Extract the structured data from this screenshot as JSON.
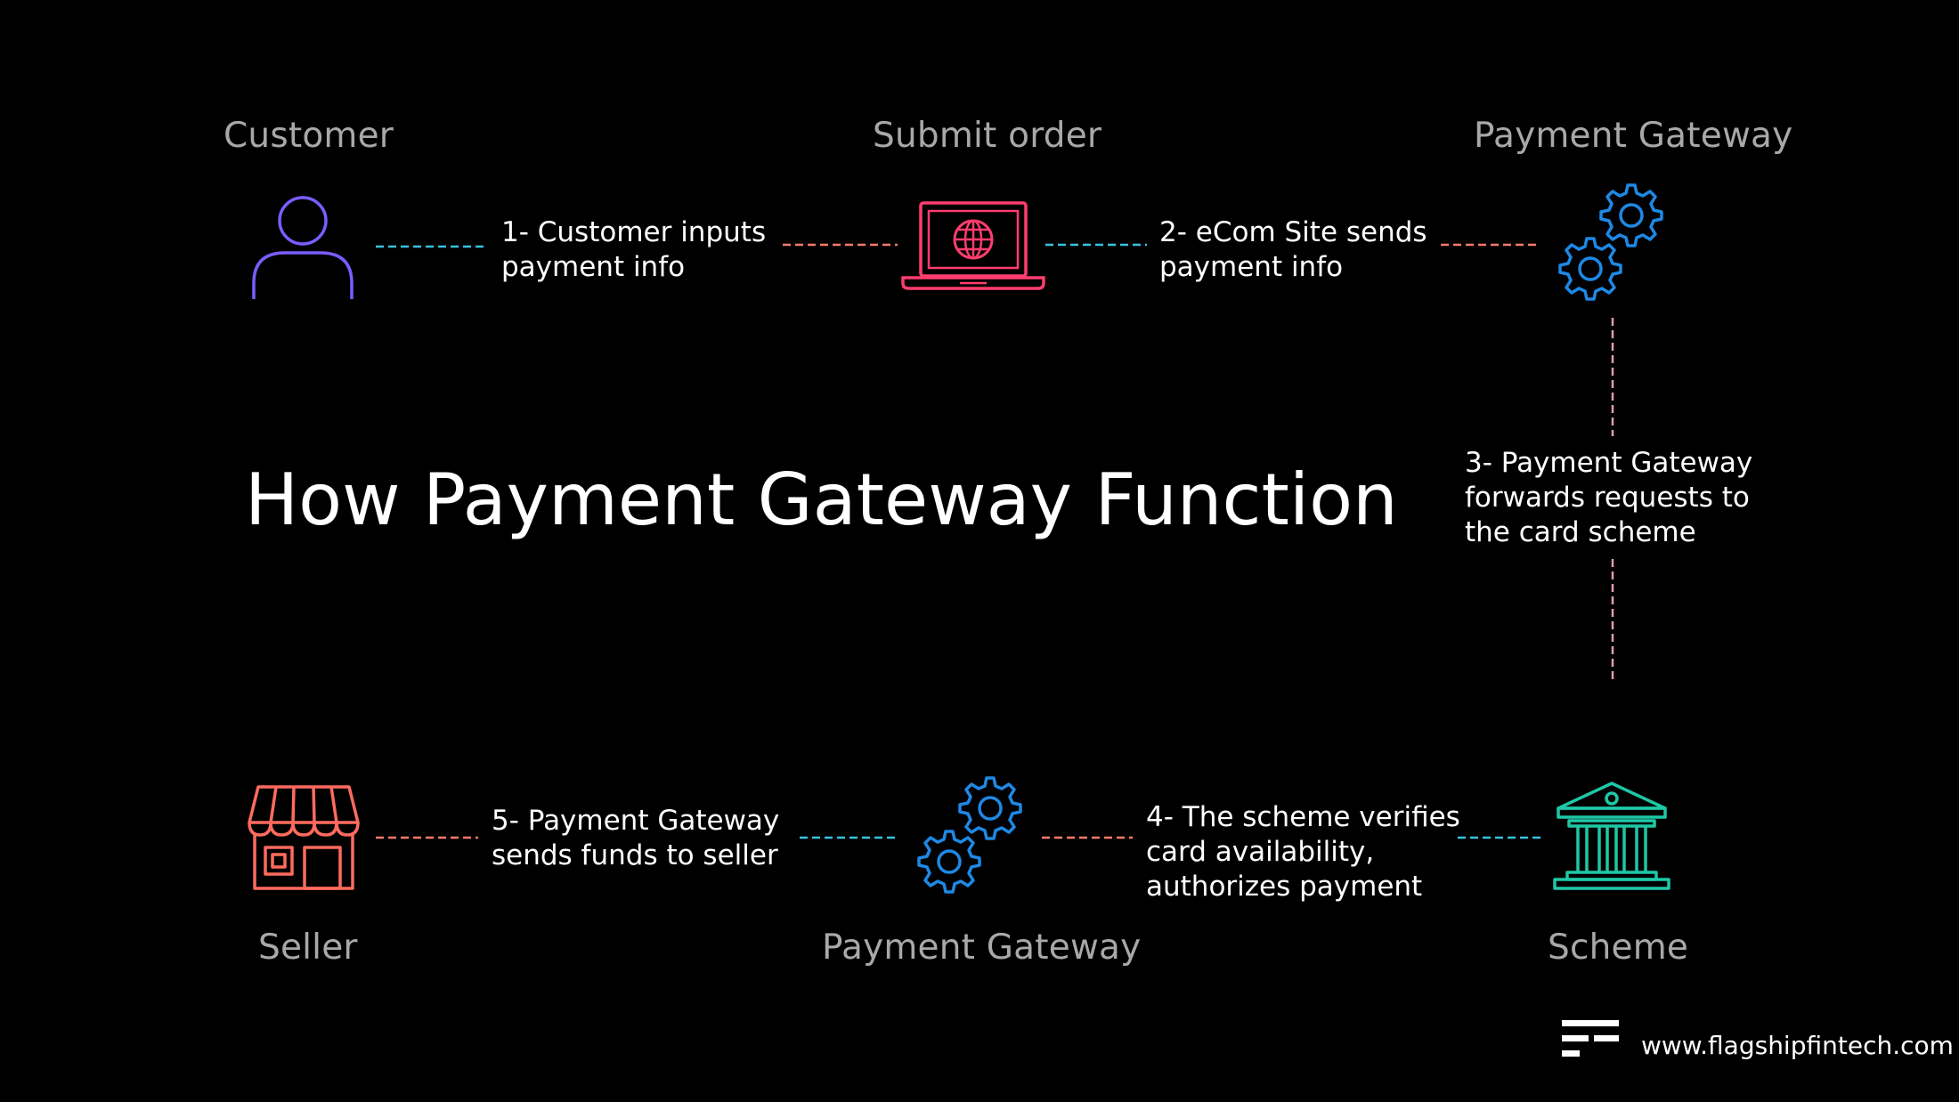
{
  "title": "How Payment Gateway Function",
  "nodes": {
    "customer": "Customer",
    "submit_order": "Submit order",
    "gateway_top": "Payment Gateway",
    "seller": "Seller",
    "gateway_bottom": "Payment Gateway",
    "scheme": "Scheme"
  },
  "steps": {
    "s1": [
      "1- Customer inputs",
      "payment info"
    ],
    "s2": [
      "2- eCom Site sends",
      "payment info"
    ],
    "s3": [
      "3- Payment Gateway",
      "forwards requests to",
      "the card scheme"
    ],
    "s4": [
      "4- The scheme verifies",
      "card availability,",
      "authorizes payment"
    ],
    "s5": [
      "5- Payment Gateway",
      "sends funds to seller"
    ]
  },
  "icons": {
    "customer": "person-icon",
    "submit_order": "laptop-globe-icon",
    "gateway": "gears-icon",
    "seller": "storefront-icon",
    "scheme": "bank-icon",
    "brand": "flagship-logo-icon"
  },
  "colors": {
    "background": "#000000",
    "purple": "#7b5cff",
    "pink": "#ff3d6e",
    "blue": "#1e88e5",
    "teal": "#1fc7a6",
    "salmon": "#ff6b5e",
    "cyan_dash": "#38c3e0",
    "salmon_dash": "#ff7a6b",
    "pink_dash": "#e39ab2"
  },
  "footer": {
    "url": "www.flagshipfintech.com"
  }
}
